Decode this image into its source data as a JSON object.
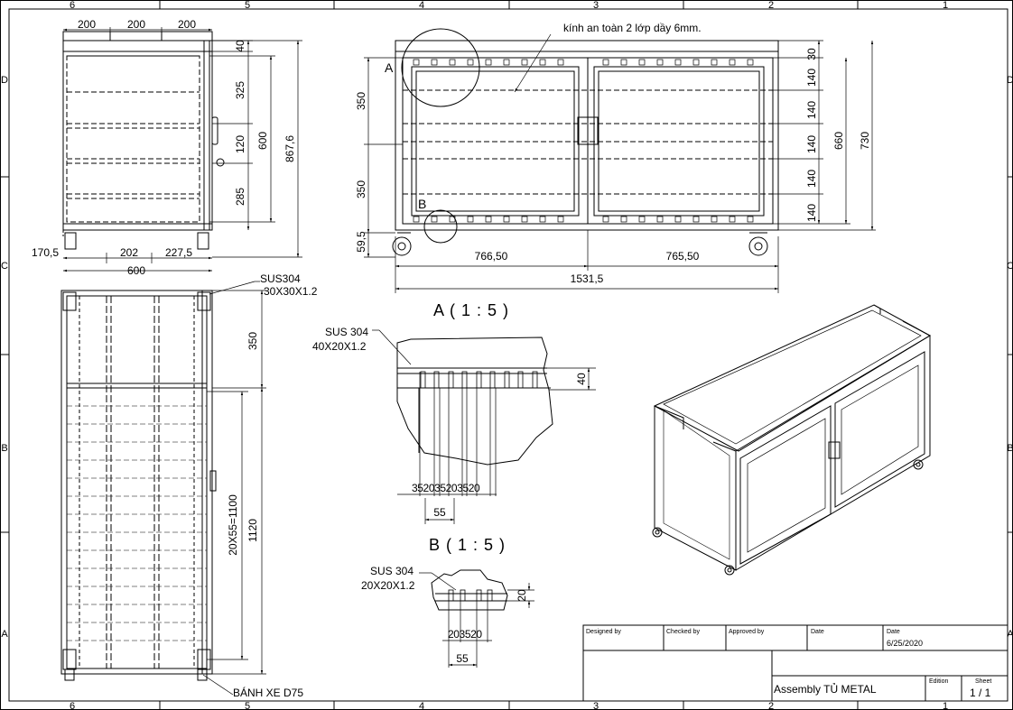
{
  "border": {
    "top_numbers": [
      "6",
      "5",
      "4",
      "3",
      "2",
      "1"
    ],
    "bottom_numbers": [
      "6",
      "5",
      "4",
      "3",
      "2",
      "1"
    ],
    "left_letters": [
      "D",
      "C",
      "B",
      "A"
    ],
    "right_letters": [
      "D",
      "C",
      "B",
      "A"
    ]
  },
  "side_view": {
    "top_dims": [
      "200",
      "200",
      "200"
    ],
    "right_dims": [
      "40",
      "325",
      "120",
      "285",
      "600",
      "867,6"
    ],
    "bottom_dims": [
      "170,5",
      "202",
      "227,5",
      "600"
    ]
  },
  "front_view": {
    "glass_note": "kính an toàn 2 lớp dầy 6mm.",
    "left_dims": [
      "350",
      "350",
      "59,5"
    ],
    "right_dims": [
      "30",
      "140",
      "140",
      "140",
      "140",
      "140",
      "660",
      "730"
    ],
    "bottom_dims": [
      "766,50",
      "765,50",
      "1531,5"
    ],
    "callouts": [
      "A",
      "B"
    ]
  },
  "top_view": {
    "material_note_1": "SUS304",
    "material_note_2": "30X30X1.2",
    "right_dims": [
      "350",
      "20X55=1100",
      "1120"
    ],
    "wheel_note": "BÁNH XE D75"
  },
  "detail_a": {
    "title": "A ( 1 : 5 )",
    "material_1": "SUS 304",
    "material_2": "40X20X1.2",
    "dim_height": "40",
    "bottom_dims": "352035203520",
    "pitch": "55"
  },
  "detail_b": {
    "title": "B ( 1 : 5 )",
    "material_1": "SUS 304",
    "material_2": "20X20X1.2",
    "dim_height": "20",
    "bottom_dims": "203520",
    "pitch": "55"
  },
  "title_block": {
    "designed_by_label": "Designed by",
    "checked_by_label": "Checked by",
    "approved_by_label": "Approved by",
    "date_label": "Date",
    "date2_label": "Date",
    "date_value": "6/25/2020",
    "assembly_title": "Assembly TỦ METAL",
    "edition_label": "Edition",
    "sheet_label": "Sheet",
    "sheet_value": "1 / 1"
  }
}
